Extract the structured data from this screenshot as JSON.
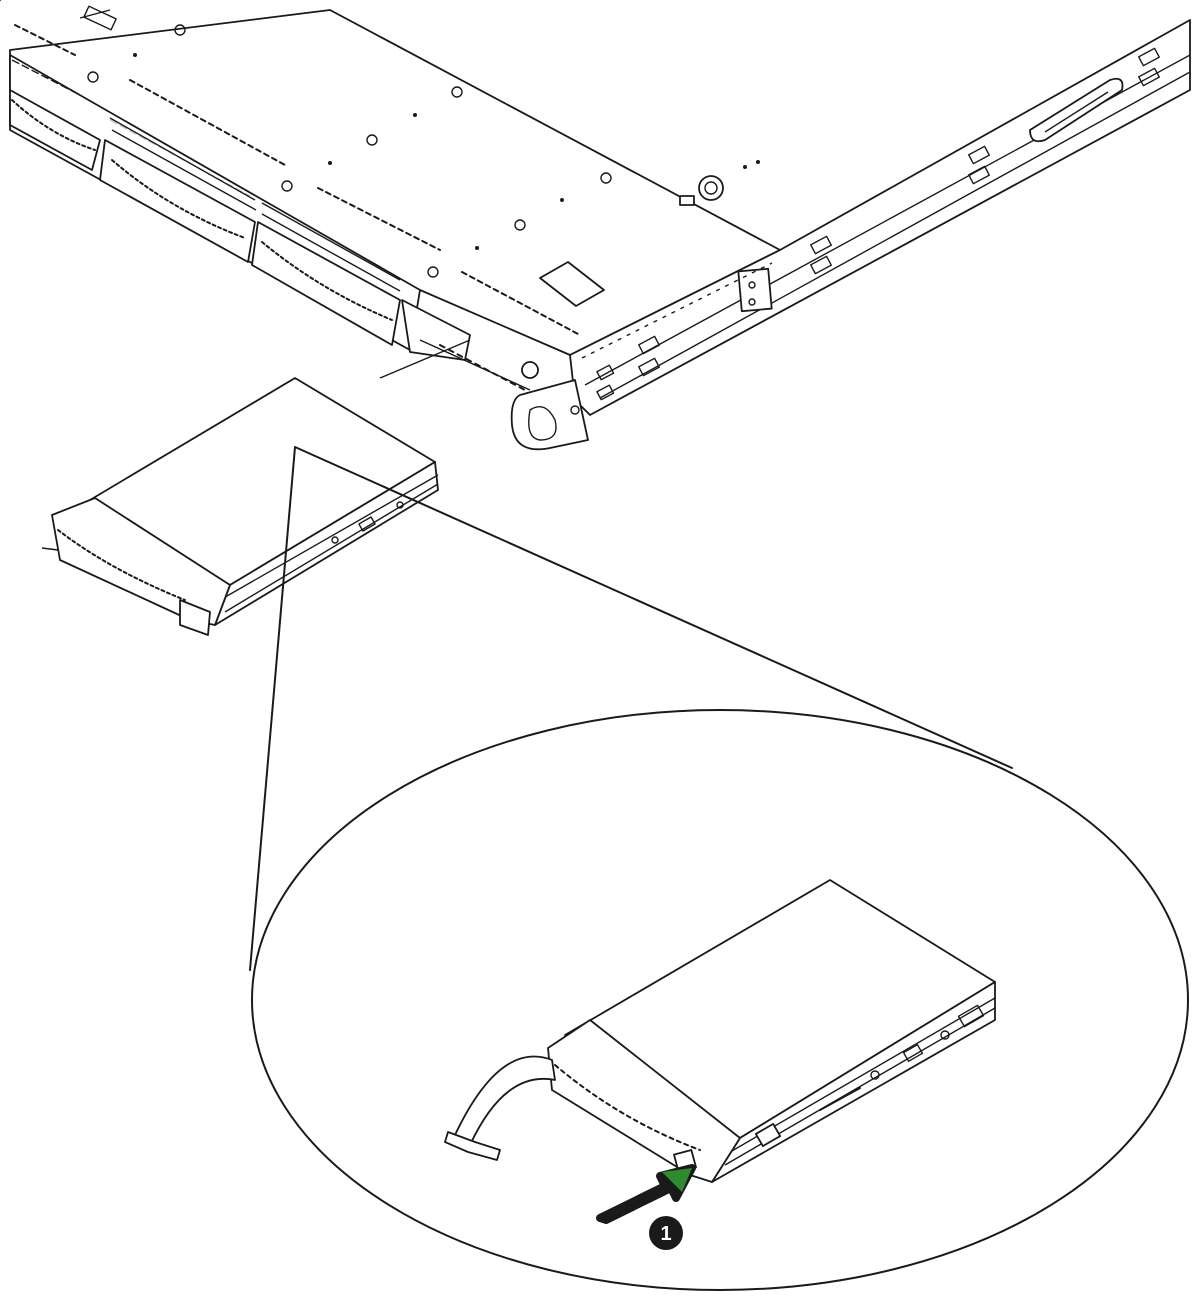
{
  "diagram": {
    "step_marker": {
      "label": "1",
      "color": "#1a1a1a"
    },
    "arrow_accent": "#2e8b2e",
    "line_color": "#1a1a1a",
    "icons": [
      "server-chassis",
      "drive-tray",
      "drive-tray-detail",
      "release-button-arrow"
    ]
  }
}
